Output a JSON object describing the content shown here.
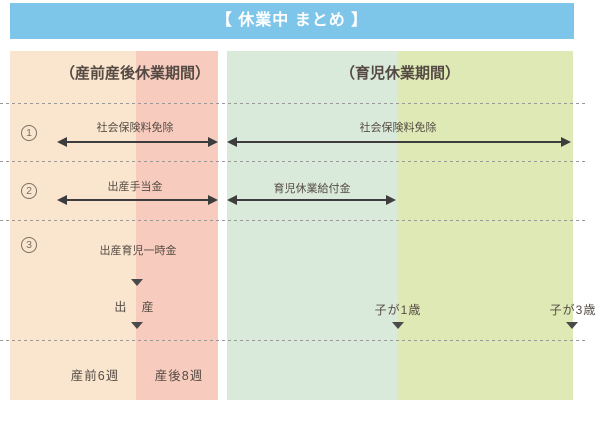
{
  "header": {
    "title": "【 休業中 まとめ 】"
  },
  "sections": {
    "maternity_label": "（産前産後休業期間）",
    "childcare_label": "（育児休業期間）"
  },
  "rows": [
    {
      "num": "1",
      "left_label": "社会保険料免除",
      "right_label": "社会保険料免除"
    },
    {
      "num": "2",
      "left_label": "出産手当金",
      "right_label": "育児休業給付金"
    },
    {
      "num": "3",
      "left_label": "出産育児一時金"
    }
  ],
  "markers": {
    "birth": "出 産",
    "age1": "子が1歳",
    "age3": "子が3歳"
  },
  "footer": {
    "prenatal": "産前6週",
    "postnatal": "産後8週"
  },
  "colors": {
    "header_bg": "#7ec5ea",
    "band_prenatal": "#fae6cf",
    "band_postnatal": "#f7cbbd",
    "band_childcare_to_age1": "#daeada",
    "band_childcare_to_age3": "#dee9b5",
    "text": "#564c45",
    "arrow": "#3d3d3d",
    "dashed_line": "#9a9a9a"
  }
}
